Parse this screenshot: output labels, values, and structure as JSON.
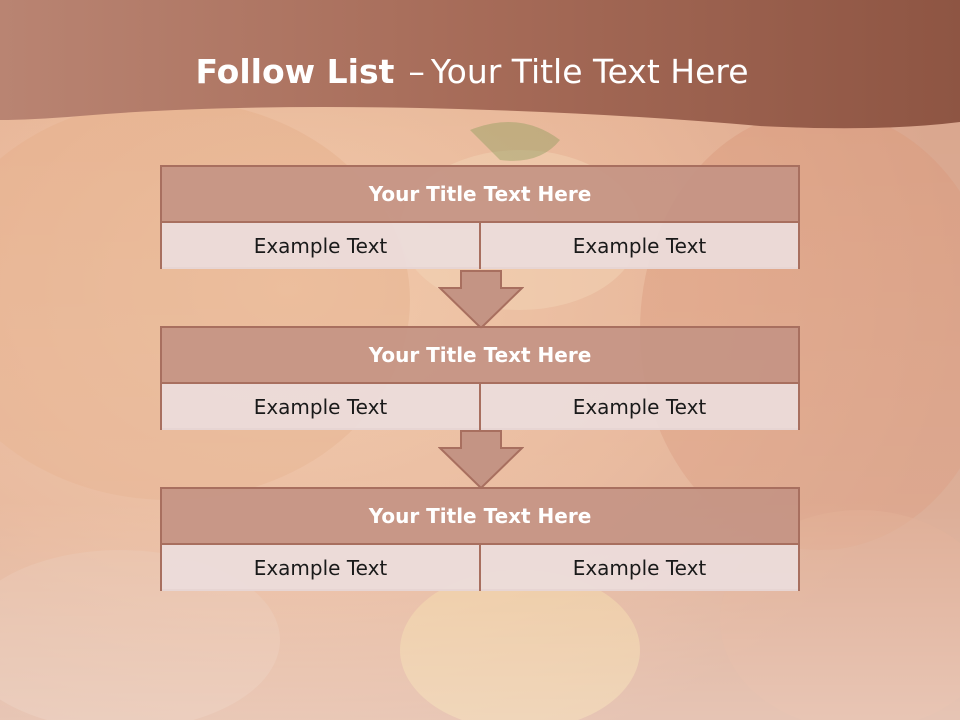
{
  "slide": {
    "title_main": "Follow List",
    "title_sep": "–",
    "title_sub": "Your Title Text Here"
  },
  "steps": [
    {
      "title": "Your Title Text Here",
      "left": "Example Text",
      "right": "Example Text"
    },
    {
      "title": "Your Title Text Here",
      "left": "Example Text",
      "right": "Example Text"
    },
    {
      "title": "Your Title Text Here",
      "left": "Example Text",
      "right": "Example Text"
    }
  ],
  "colors": {
    "header": "#9e5f4d",
    "box_title_fill": "#c49484",
    "box_border": "#a86f5f",
    "cell_fill": "#ecdddb",
    "arrow_fill": "#c49484"
  }
}
